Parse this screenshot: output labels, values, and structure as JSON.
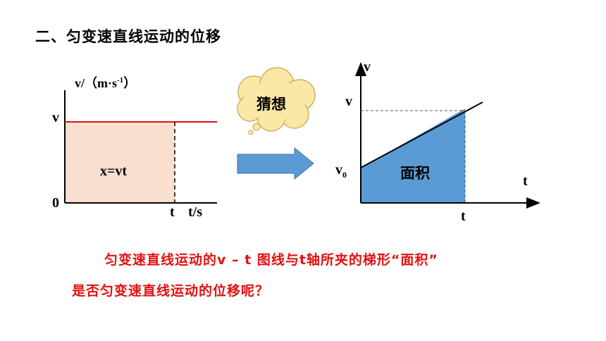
{
  "heading": "二、匀变速直线运动的位移",
  "left_graph": {
    "y_axis_label": "v/（m·s",
    "y_axis_sup": "-1",
    "y_axis_close": "）",
    "v_label": "v",
    "origin_label": "0",
    "t_label": "t",
    "x_axis_label": "t/s",
    "area_formula": "x=vt",
    "colors": {
      "line": "#e31010",
      "area": "#f9dfcf"
    }
  },
  "thought_bubble": {
    "text": "猜想",
    "color": "#fbe7a6"
  },
  "arrow": {
    "color": "#5b9bd5"
  },
  "right_graph": {
    "y_axis_label": "v",
    "v_label": "v",
    "v0_label": "v",
    "v0_sub": "0",
    "x_axis_label": "t",
    "t_label": "t",
    "area_label": "面积",
    "colors": {
      "area": "#5b9bd5"
    }
  },
  "question": {
    "line1": "匀变速直线运动的v – t 图线与t轴所夹的梯形“面积”",
    "line2": "是否匀变速直线运动的位移呢？"
  }
}
